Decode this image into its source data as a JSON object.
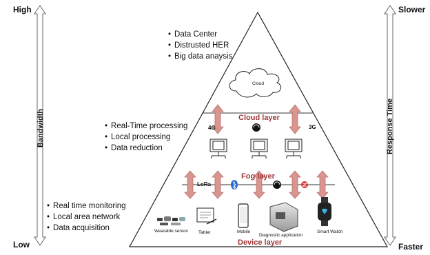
{
  "left_axis": {
    "top_label": "High",
    "bottom_label": "Low",
    "title": "Bandwidth"
  },
  "right_axis": {
    "top_label": "Slower",
    "bottom_label": "Faster",
    "title": "Response Time"
  },
  "cloud_bullets": [
    "Data Center",
    "Distrusted HER",
    "Big data anaysis"
  ],
  "fog_bullets": [
    "Real-Time processing",
    "Local processing",
    "Data reduction"
  ],
  "device_bullets": [
    "Real time monitoring",
    "Local area network",
    "Data acquisition"
  ],
  "cloud_label": "Cloud",
  "layers": {
    "cloud": "Cloud layer",
    "fog": "Fog layer",
    "device": "Device layer"
  },
  "protocols": {
    "g4": "4G",
    "g3": "3G",
    "wifi": "WiFi",
    "lora": "LoRa",
    "bluetooth": "ʙ",
    "nfc": "NFC",
    "zigbee": "ZigBee"
  },
  "devices": [
    "Wearable sensor",
    "Tablet",
    "Mobile",
    "Diagnostic application",
    "Smart Watch"
  ],
  "colors": {
    "arrow": "#d9958f",
    "arrow_stroke": "#b8706a",
    "layer_title": "#a0363a"
  }
}
